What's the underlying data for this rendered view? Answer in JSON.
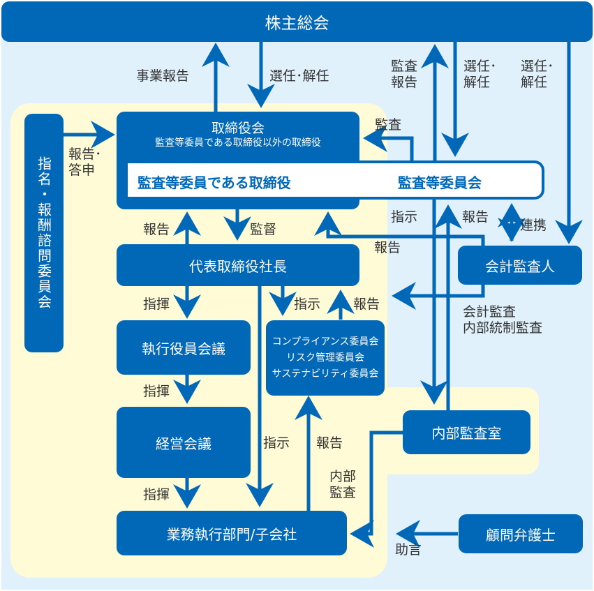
{
  "colors": {
    "primary": "#0068b6",
    "outer_bg": "#e0f1fc",
    "inner_bg": "#fffbd6",
    "text": "#333333"
  },
  "nodes": {
    "shareholders": "株主総会",
    "board": {
      "title": "取締役会",
      "subtitle": "監査等委員である取締役以外の取締役"
    },
    "audit_directors": "監査等委員である取締役",
    "audit_committee": "監査等委員会",
    "nomination": "指名・報酬諮問委員会",
    "president": "代表取締役社長",
    "accounting_auditor": "会計監査人",
    "exec_officers": "執行役員会議",
    "committees": [
      "コンプライアンス委員会",
      "リスク管理委員会",
      "サステナビリティ委員会"
    ],
    "management": "経営会議",
    "internal_audit": "内部監査室",
    "business": "業務執行部門/子会社",
    "lawyer": "顧問弁護士"
  },
  "labels": {
    "business_report": "事業報告",
    "appoint_dismiss_board": "選任･解任",
    "audit_report": [
      "監査",
      "報告"
    ],
    "appoint_dismiss_committee": [
      "選任･",
      "解任"
    ],
    "appoint_dismiss_auditor": [
      "選任･",
      "解任"
    ],
    "nomination_report": [
      "報告･",
      "答申"
    ],
    "audit_to_board": "監査",
    "instruct_committee": "指示",
    "report_committee": "報告",
    "cooperation": "連携",
    "report_president_board": "報告",
    "supervise": "監督",
    "report_to_board": "報告",
    "command_1": "指揮",
    "instruct_committees": "指示",
    "report_committees": "報告",
    "accounting_audit": [
      "会計監査",
      "内部統制監査"
    ],
    "command_2": "指揮",
    "instruct_business": "指示",
    "report_business": "報告",
    "internal_audit_label": [
      "内部",
      "監査"
    ],
    "command_3": "指揮",
    "advice": "助言"
  }
}
